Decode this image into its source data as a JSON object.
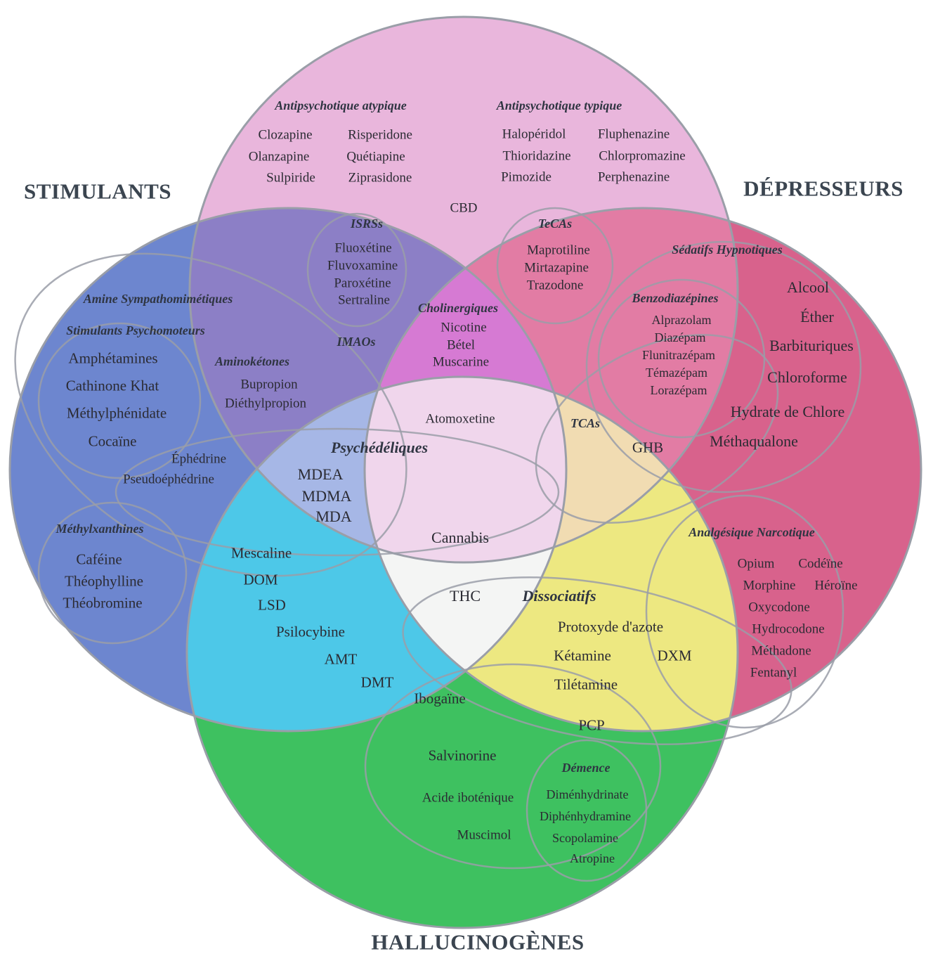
{
  "categories": {
    "stimulants": "STIMULANTS",
    "depresseurs": "DÉPRESSEURS",
    "hallucinogenes": "HALLUCINOGÈNES",
    "antipsychotiques_region": ""
  },
  "colors": {
    "pink": "#e9b6dc",
    "blue": "#6d86cf",
    "red": "#d8628c",
    "green": "#3ec160",
    "pink_blue": "#8c7fc6",
    "pink_red": "#e27ca4",
    "pink_blue_red": "#d67ad3",
    "blue_green": "#4dc8e8",
    "red_green": "#ede881",
    "pink_blue_green": "#a6b7e6",
    "pink_red_green": "#f1dcb2",
    "all": "#f0d6ec",
    "blue_red_green": "#f4f5f4",
    "outline": "#9a9ea8"
  },
  "groups": {
    "antipsychotique_atypique": {
      "title": "Antipsychotique atypique",
      "col1": [
        "Clozapine",
        "Olanzapine",
        "Sulpiride"
      ],
      "col2": [
        "Risperidone",
        "Quétiapine",
        "Ziprasidone"
      ]
    },
    "antipsychotique_typique": {
      "title": "Antipsychotique typique",
      "col1": [
        "Halopéridol",
        "Thioridazine",
        "Pimozide"
      ],
      "col2": [
        "Fluphenazine",
        "Chlorpromazine",
        "Perphenazine"
      ]
    },
    "cbd": "CBD",
    "isrss": {
      "title": "ISRSs",
      "items": [
        "Fluoxétine",
        "Fluvoxamine",
        "Paroxétine",
        "Sertraline"
      ]
    },
    "imaos": {
      "title": "IMAOs"
    },
    "tecas": {
      "title": "TeCAs",
      "items": [
        "Maprotiline",
        "Mirtazapine",
        "Trazodone"
      ]
    },
    "cholinergiques": {
      "title": "Cholinergiques",
      "items": [
        "Nicotine",
        "Bétel",
        "Muscarine"
      ]
    },
    "sedatifs": {
      "title": "Sédatifs Hypnotiques",
      "items": [
        "Alcool",
        "Éther",
        "Barbituriques",
        "Chloroforme",
        "Hydrate de Chlore",
        "Méthaqualone"
      ]
    },
    "benzodiazepines": {
      "title": "Benzodiazépines",
      "items": [
        "Alprazolam",
        "Diazépam",
        "Flunitrazépam",
        "Témazépam",
        "Lorazépam"
      ]
    },
    "amine_sympathomimetiques": {
      "title": "Amine Sympathomimétiques",
      "items": [
        "Éphédrine",
        "Pseudoéphédrine"
      ]
    },
    "stimulants_psychomoteurs": {
      "title": "Stimulants Psychomoteurs",
      "items": [
        "Amphétamines",
        "Cathinone Khat",
        "Méthylphénidate",
        "Cocaïne"
      ]
    },
    "aminoketones": {
      "title": "Aminokétones",
      "items": [
        "Bupropion",
        "Diéthylpropion"
      ]
    },
    "methylxanthines": {
      "title": "Méthylxanthines",
      "items": [
        "Caféine",
        "Théophylline",
        "Théobromine"
      ]
    },
    "center": {
      "atomoxetine": "Atomoxetine",
      "cannabis": "Cannabis",
      "thc": "THC"
    },
    "psychedeliques": {
      "title": "Psychédéliques",
      "items": [
        "MDEA",
        "MDMA",
        "MDA"
      ]
    },
    "hallucinogens_cyan": [
      "Mescaline",
      "DOM",
      "LSD",
      "Psilocybine",
      "AMT",
      "DMT"
    ],
    "tcas": {
      "title": "TCAs",
      "items": [
        "GHB"
      ]
    },
    "dissociatifs": {
      "title": "Dissociatifs",
      "items": [
        "Protoxyde d'azote",
        "Kétamine",
        "Tilétamine",
        "DXM",
        "PCP"
      ]
    },
    "analgesique": {
      "title": "Analgésique Narcotique",
      "items": [
        "Opium",
        "Codéïne",
        "Morphine",
        "Héroïne",
        "Oxycodone",
        "Hydrocodone",
        "Méthadone",
        "Fentanyl"
      ]
    },
    "green_misc": [
      "Ibogaïne",
      "Salvinorine",
      "Acide iboténique",
      "Muscimol"
    ],
    "demence": {
      "title": "Démence",
      "items": [
        "Diménhydrinate",
        "Diphénhydramine",
        "Scopolamine",
        "Atropine"
      ]
    }
  }
}
